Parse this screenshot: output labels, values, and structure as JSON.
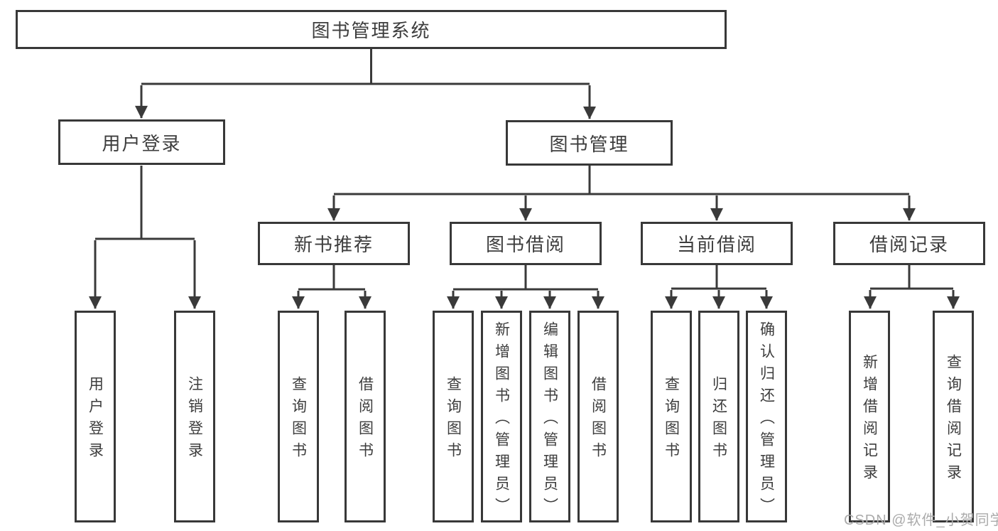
{
  "tree": {
    "root": "图书管理系统",
    "level2": [
      "用户登录",
      "图书管理"
    ],
    "level3": [
      "新书推荐",
      "图书借阅",
      "当前借阅",
      "借阅记录"
    ],
    "leaves": [
      "用户登录",
      "注销登录",
      "查询图书",
      "借阅图书",
      "查询图书",
      "新增图书（管理员）",
      "编辑图书（管理员）",
      "借阅图书",
      "查询图书",
      "归还图书",
      "确认归还（管理员）",
      "新增借阅记录",
      "查询借阅记录"
    ]
  },
  "watermark": {
    "text": "CSDN @软件_小贺同学",
    "color": "#ababab"
  },
  "colors": {
    "line": "#3a3a3a",
    "text": "#3d3d3d",
    "background": "#ffffff"
  }
}
